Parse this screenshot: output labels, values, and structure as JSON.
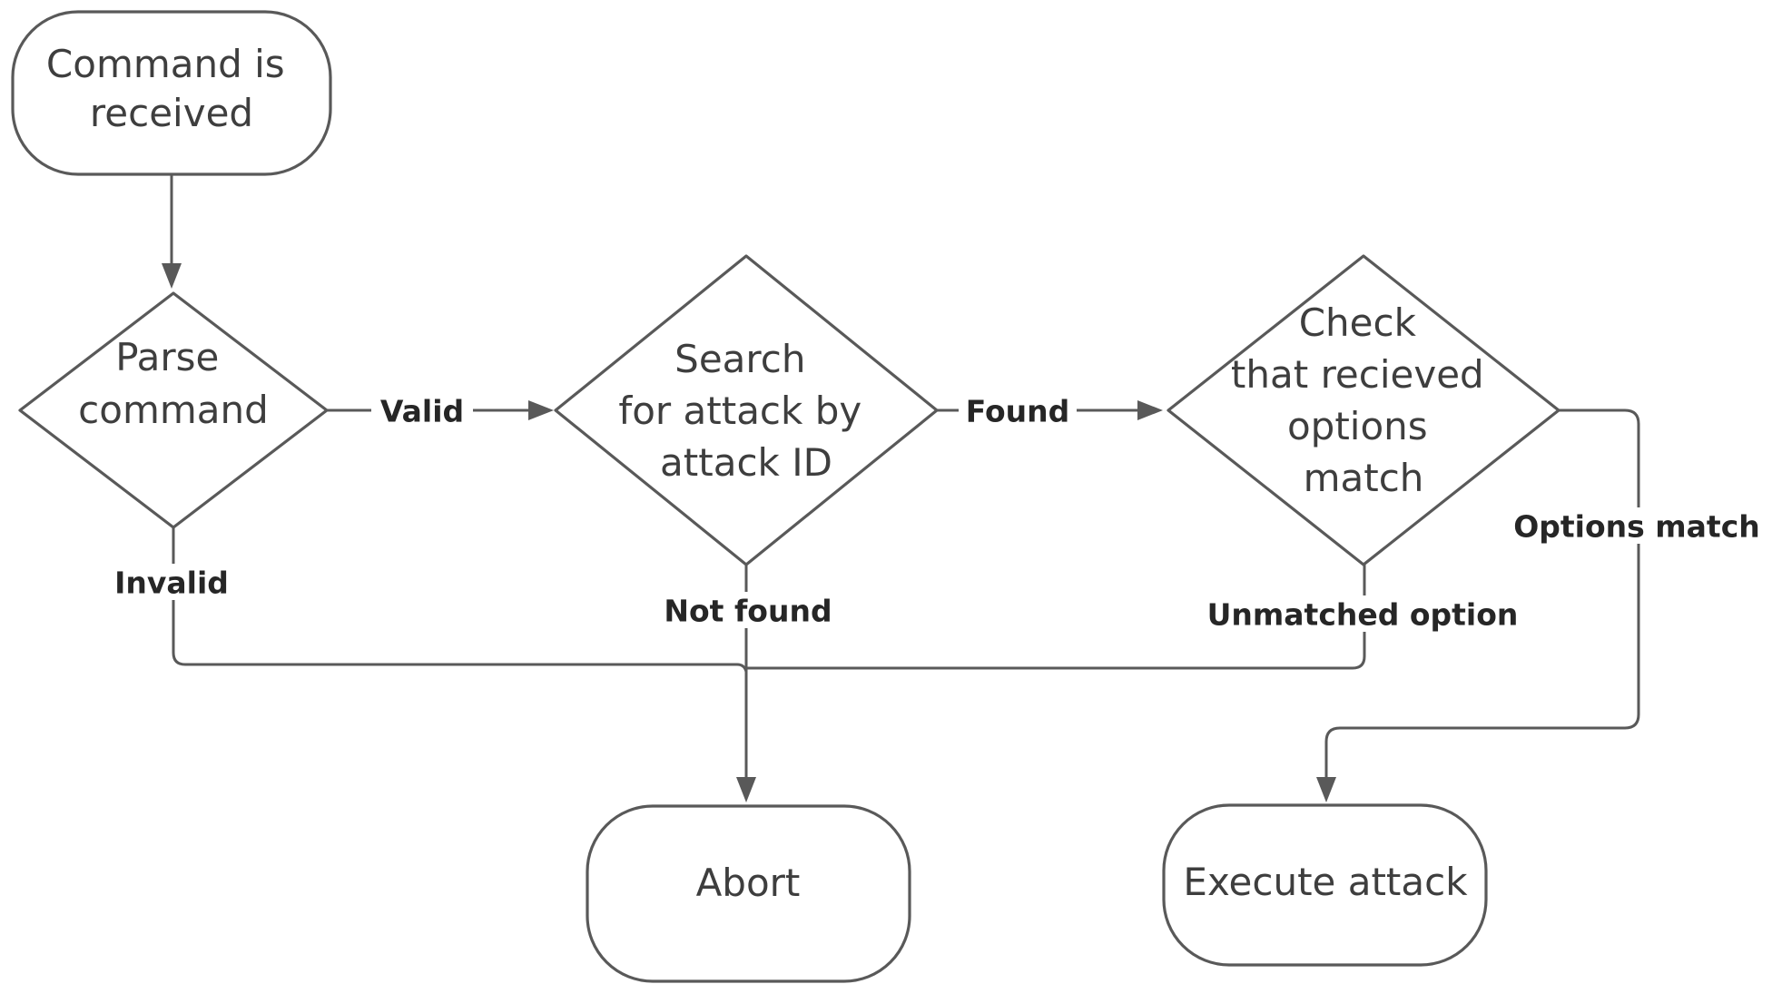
{
  "diagram": {
    "type": "flowchart",
    "colors": {
      "stroke": "#595959",
      "node_text": "#3e3e3e",
      "edge_label_text": "#262626",
      "background": "#ffffff",
      "shape_fill": "#ffffff"
    },
    "nodes": [
      {
        "id": "command-received",
        "shape": "terminator",
        "lines": [
          "Command is",
          "received"
        ]
      },
      {
        "id": "parse-command",
        "shape": "decision",
        "lines": [
          "Parse",
          "command"
        ]
      },
      {
        "id": "search-attack",
        "shape": "decision",
        "lines": [
          "Search",
          "for attack by",
          "attack ID"
        ]
      },
      {
        "id": "check-options",
        "shape": "decision",
        "lines": [
          "Check",
          "that recieved",
          "options",
          "match"
        ]
      },
      {
        "id": "abort",
        "shape": "terminator",
        "lines": [
          "Abort"
        ]
      },
      {
        "id": "execute-attack",
        "shape": "terminator",
        "lines": [
          "Execute attack"
        ]
      }
    ],
    "edge_labels": [
      {
        "id": "valid",
        "text": "Valid"
      },
      {
        "id": "found",
        "text": "Found"
      },
      {
        "id": "invalid",
        "text": "Invalid"
      },
      {
        "id": "not-found",
        "text": "Not found"
      },
      {
        "id": "unmatched-option",
        "text": "Unmatched option"
      },
      {
        "id": "options-match",
        "text": "Options match"
      }
    ]
  }
}
